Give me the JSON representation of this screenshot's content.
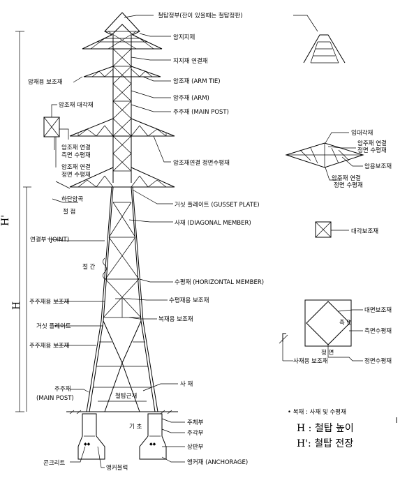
{
  "labels": {
    "top_note": "철탑정부(잔이 있을때는 철탑정판)",
    "upper_gw": "암지지제",
    "gw_link": "지지재 연결재",
    "arm_tie": "암조재 (ARM TIE)",
    "arm_post": "암주재 (ARM)",
    "main_post": "주주재 (MAIN POST)",
    "arm_horiz": "암조재연결 정면수평재",
    "gusset": "거싯 플레이트 (GUSSET PLATE)",
    "diagonal": "사재 (DIAGONAL MEMBER)",
    "horizontal": "수평재 (HORIZONTAL MEMBER)",
    "horiz_sub": "수평재용 보조재",
    "multi_sub": "복재용 보조재",
    "diag_right": "사 재",
    "left_arm_sub": "암재용 보조재",
    "left_arm_diag": "암조재 대각재",
    "left_link1a": "암조재 연결",
    "left_link1b": "측면 수평재",
    "left_link2a": "암조재 연결",
    "left_link2b": "정면 수평재",
    "lower_arm": "하단암곡",
    "joint_point": "절 점",
    "joint": "연결부 (JOINT)",
    "panel": "절 간",
    "main_sub1": "주주재용 보조재",
    "gusset2": "거싯 플레이트",
    "main_sub2": "주주재용 보조재",
    "main_post2a": "주주재",
    "main_post2b": "(MAIN POST)",
    "base_width": "철탑근개",
    "foundation": "기 초",
    "concrete": "콘크리트",
    "anchor_block": "앵커블럭",
    "r_main": "주체부",
    "r_col": "주각부",
    "r_top": "상판부",
    "anchorage": "앵커재 (ANCHORAGE)",
    "r_diag": "임대각재",
    "r_link_a": "암주재 연결",
    "r_link_b": "정면 수평재",
    "r_arm_sub": "암용보조재",
    "r_link2_a": "암주재 연결",
    "r_link2_b": "정면 수평재",
    "r_diag_sub": "대각보조재",
    "r_face_sub": "대면보조재",
    "r_side": "측 면",
    "r_side_h": "측면수평재",
    "r_front": "정 면",
    "r_front_h": "정면수평재",
    "r_diag2_sub": "사재용 보조재",
    "note": "• 복재 : 사재 및 수평재",
    "h_def": "H : 철탑 높이",
    "h1_def": "H': 철탑 전장",
    "H": "H",
    "H1": "H'"
  }
}
